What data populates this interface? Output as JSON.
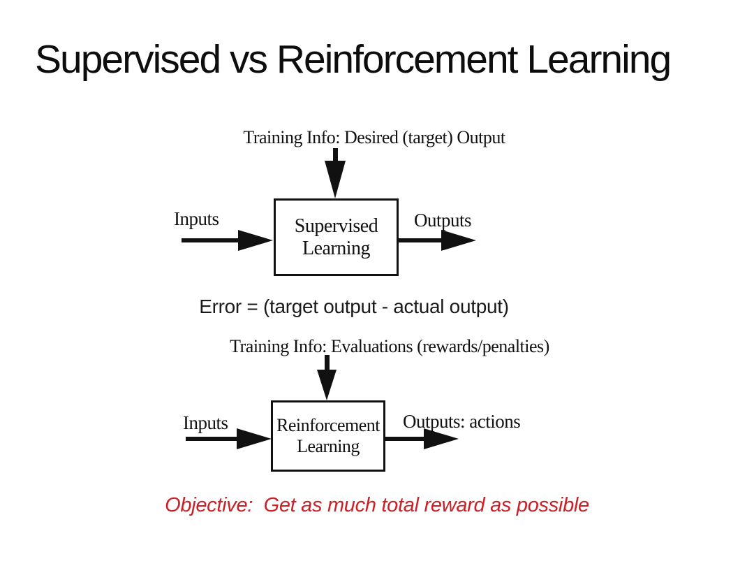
{
  "slide": {
    "title": "Supervised vs Reinforcement Learning",
    "colors": {
      "background": "#ffffff",
      "text": "#111111",
      "objective_red": "#cc2027"
    },
    "supervised_diagram": {
      "training_info": "Training Info: Desired (target) Output",
      "box_line1": "Supervised",
      "box_line2": "Learning",
      "input_label": "Inputs",
      "output_label": "Outputs"
    },
    "error_formula": "Error = (target output - actual output)",
    "reinforcement_diagram": {
      "training_info": "Training Info: Evaluations (rewards/penalties)",
      "box_line1": "Reinforcement",
      "box_line2": "Learning",
      "input_label": "Inputs",
      "output_label": "Outputs: actions"
    },
    "objective": "Objective:  Get as much total reward as possible"
  }
}
